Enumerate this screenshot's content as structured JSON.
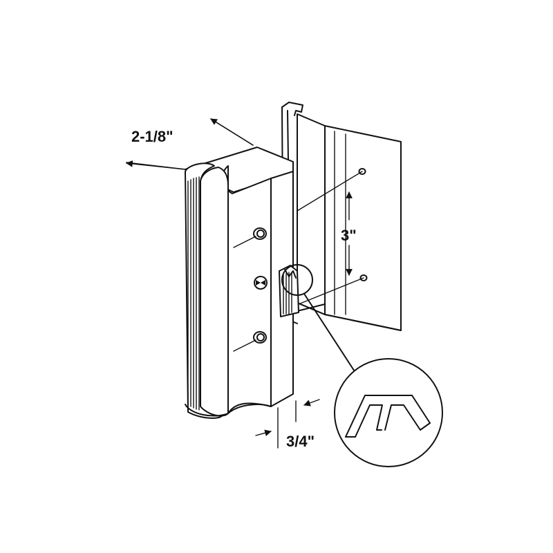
{
  "dimensions": {
    "handle_width": "2-1/8\"",
    "hole_spacing": "3\"",
    "thickness": "3/4\""
  },
  "colors": {
    "line": "#111111",
    "background": "#ffffff"
  },
  "icons": {
    "arrow": "arrowhead",
    "screw_hole": "screw-hole",
    "detail": "magnified-cross-section"
  }
}
